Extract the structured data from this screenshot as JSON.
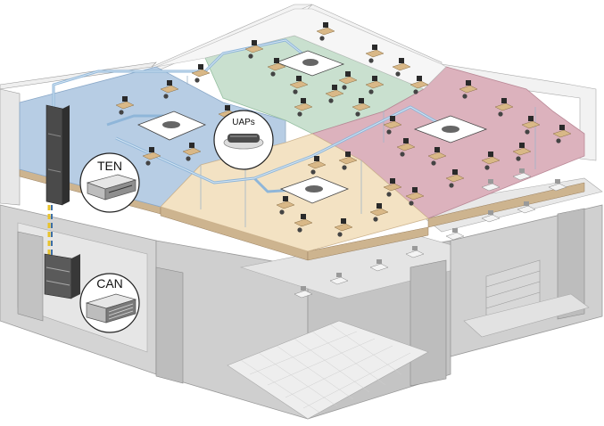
{
  "callouts": {
    "uaps": {
      "label": "UAPs"
    },
    "ten": {
      "label": "TEN"
    },
    "can": {
      "label": "CAN"
    }
  },
  "zones": [
    {
      "name": "zone-blue",
      "color": "#b7cde4"
    },
    {
      "name": "zone-green",
      "color": "#c9e0cf"
    },
    {
      "name": "zone-pink",
      "color": "#dcb2bd"
    },
    {
      "name": "zone-tan",
      "color": "#f3e2c3"
    }
  ],
  "colors": {
    "building_grey": "#d9d9d9",
    "building_dark": "#bfbfbf",
    "outline": "#8c8c8c",
    "cable_blue": "#8fb6d9",
    "rack_dark": "#3a3a3a",
    "cable_yellow": "#e8c22a"
  }
}
